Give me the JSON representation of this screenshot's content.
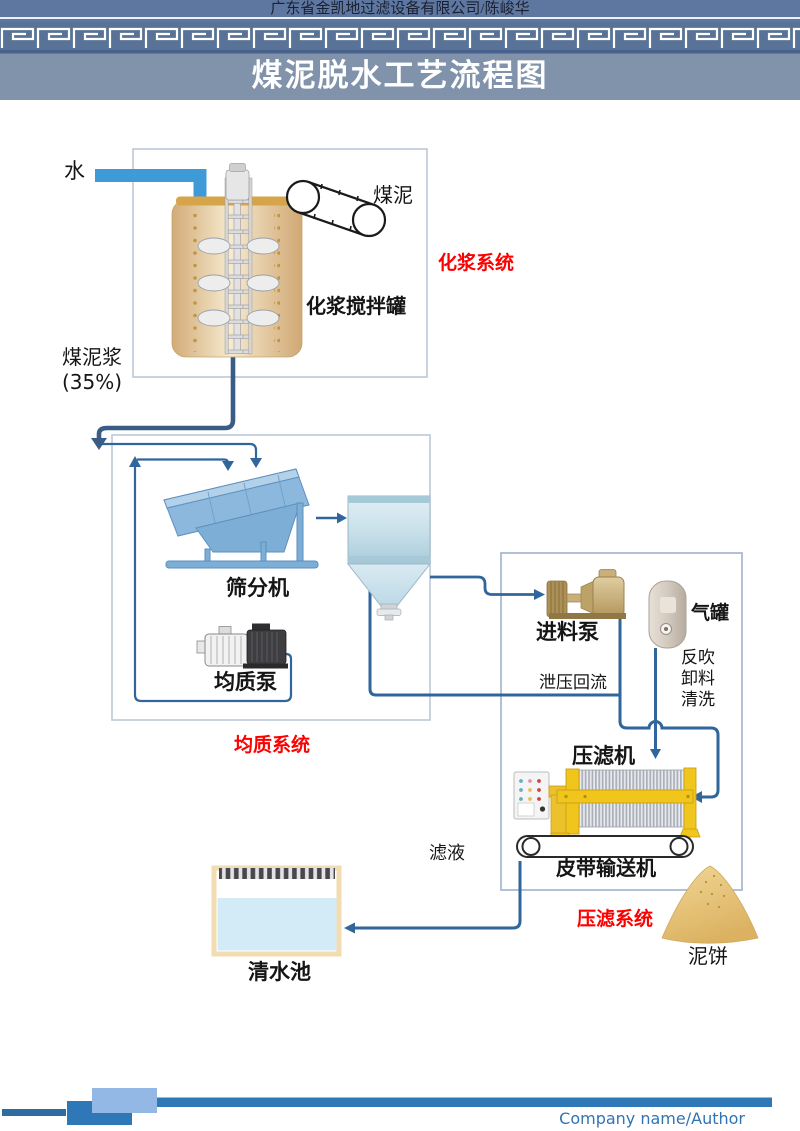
{
  "header": {
    "company": "广东省金凯地过滤设备有限公司/陈峻华",
    "title": "煤泥脱水工艺流程图"
  },
  "systems": {
    "slurry_system": "化浆系统",
    "homogenize_system": "均质系统",
    "press_system": "压滤系统"
  },
  "equipment": {
    "mixing_tank": "化浆搅拌罐",
    "screen_machine": "筛分机",
    "homogenize_pump": "均质泵",
    "feed_pump": "进料泵",
    "air_tank": "气罐",
    "filter_press": "压滤机",
    "belt_conveyor": "皮带输送机",
    "clear_water_pool": "清水池",
    "mud_cake": "泥饼"
  },
  "streams": {
    "water": "水",
    "coal_slime": "煤泥",
    "slurry_name": "煤泥浆",
    "slurry_conc": "(35%)",
    "relief_return": "泄压回流",
    "backblow": "反吹",
    "discharge": "卸料",
    "washing": "清洗",
    "filtrate": "滤液"
  },
  "footer": {
    "credit": "Company name/Author"
  },
  "colors": {
    "accent_red": "#fe0000",
    "flow_line_blue": "#31669c",
    "water_arrow_blue": "#3f9bd8",
    "press_yellow": "#f0c51c",
    "header_slate": "#5d77a0",
    "title_band": "#8093ab"
  }
}
